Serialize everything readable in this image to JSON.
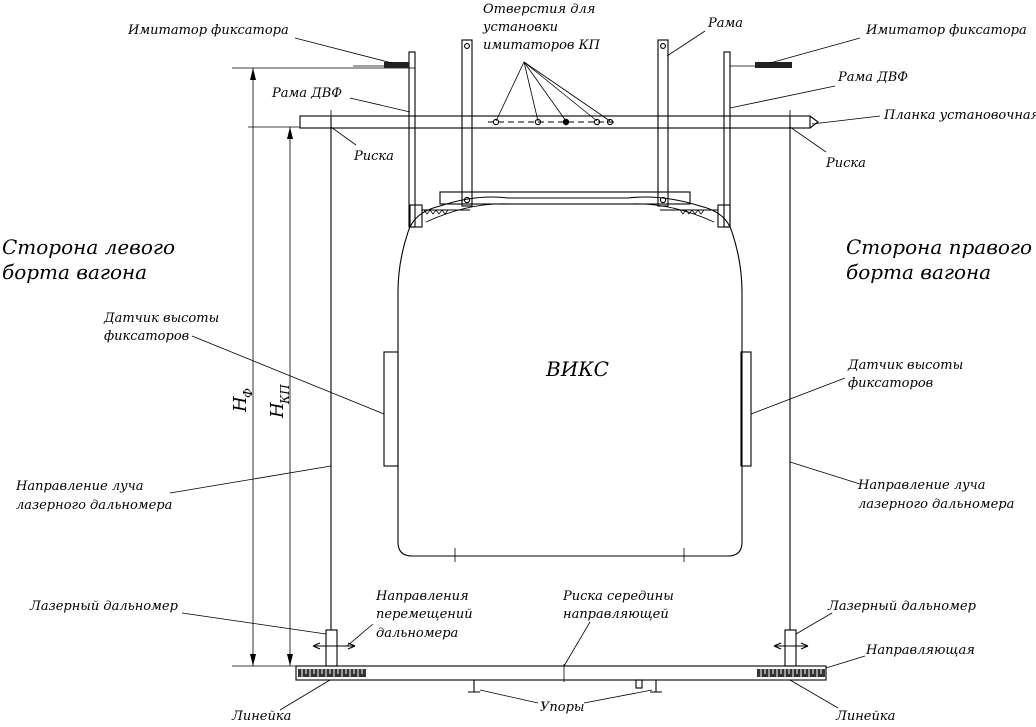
{
  "labels": {
    "imitator_left": "Имитатор фиксатора",
    "holes_line1": "Отверстия для",
    "holes_line2": "установки",
    "holes_line3": "имитаторов  КП",
    "rama": "Рама",
    "imitator_right": "Имитатор фиксатора",
    "rama_dvf_left": "Рама ДВФ",
    "rama_dvf_right": "Рама ДВФ",
    "planka": "Планка установочная",
    "riska_left": "Риска",
    "riska_right": "Риска",
    "side_left_line1": "Сторона левого",
    "side_left_line2": "борта вагона",
    "side_right_line1": "Сторона правого",
    "side_right_line2": "борта вагона",
    "sensor_left_line1": "Датчик высоты",
    "sensor_left_line2": "фиксаторов",
    "sensor_right_line1": "Датчик высоты",
    "sensor_right_line2": "фиксаторов",
    "viks": "ВИКС",
    "h_f": "H",
    "h_f_sub": "Ф",
    "h_kp": "H",
    "h_kp_sub": "КП",
    "beam_left_line1": "Направление луча",
    "beam_left_line2": "лазерного дальномера",
    "beam_right_line1": "Направление луча",
    "beam_right_line2": "лазерного дальномера",
    "laser_left": "Лазерный дальномер",
    "laser_right": "Лазерный дальномер",
    "moves_line1": "Направления",
    "moves_line2": "перемещений",
    "moves_line3": "дальномера",
    "riska_mid_line1": "Риска середины",
    "riska_mid_line2": "направляющей",
    "guide": "Направляющая",
    "ruler_left": "Линейка",
    "supports": "Упоры",
    "ruler_right": "Линейка"
  }
}
